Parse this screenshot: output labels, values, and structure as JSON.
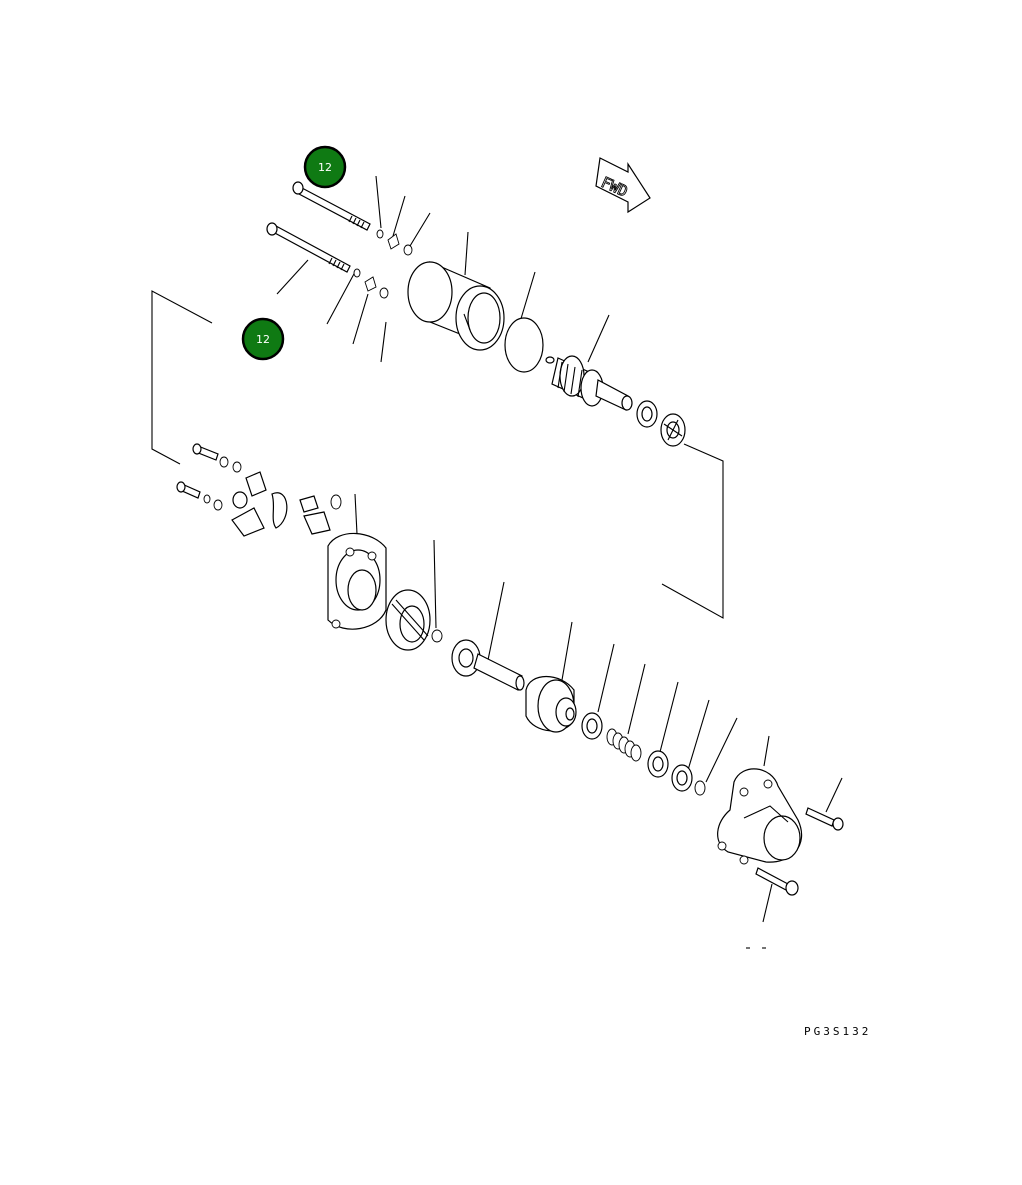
{
  "diagram": {
    "callout_badges": [
      {
        "label": "12",
        "color": "#0f7a13"
      },
      {
        "label": "12",
        "color": "#0f7a13"
      }
    ],
    "direction_arrow_label": "FWD",
    "drawing_code": "PG3S132"
  }
}
